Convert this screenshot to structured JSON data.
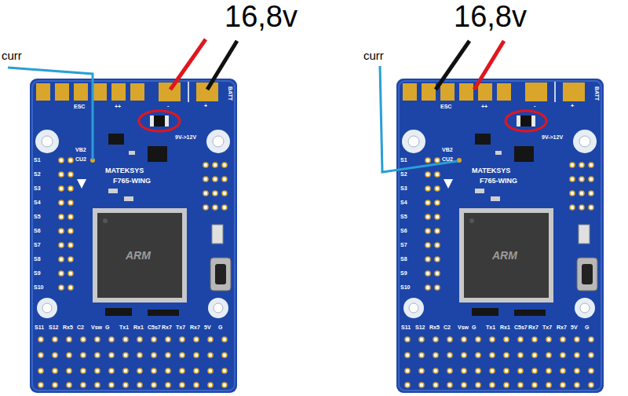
{
  "diagram": {
    "labels": [
      "16,8v",
      "curr",
      "ESC",
      "++",
      "-",
      "+",
      "BATT",
      "VB2",
      "CU2",
      "9V->12V",
      "MATEKSYS",
      "F765-WING",
      "ARM",
      "S1",
      "S2",
      "S3",
      "S4",
      "S5",
      "S6",
      "S7",
      "S8",
      "S9",
      "S10",
      "S11",
      "S12",
      "Rx5",
      "C2",
      "Vsw",
      "G",
      "Tx1",
      "Rx1",
      "C5s7",
      "Rx7",
      "Tx7",
      "Rx7",
      "5V",
      "G",
      "16,8v",
      "curr",
      "ESC",
      "++",
      "-",
      "+",
      "BATT",
      "VB2",
      "CU2",
      "9V->12V",
      "MATEKSYS",
      "F765-WING",
      "ARM",
      "S1",
      "S2",
      "S3",
      "S4",
      "S5",
      "S6",
      "S7",
      "S8",
      "S9",
      "S10",
      "S11",
      "S12",
      "Rx5",
      "C2",
      "Vsw",
      "G",
      "Tx1",
      "Rx1",
      "C5s7",
      "Rx7",
      "Tx7",
      "Rx7",
      "5V",
      "G"
    ]
  }
}
